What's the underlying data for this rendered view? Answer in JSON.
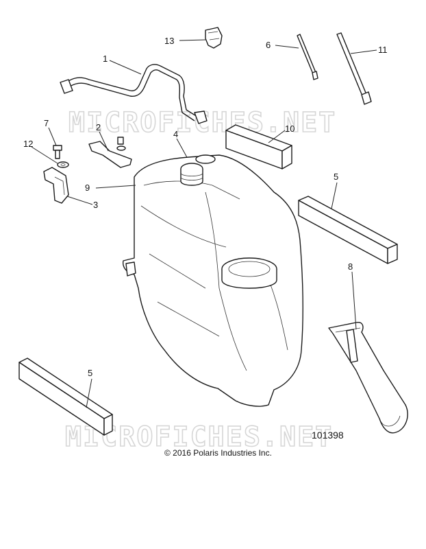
{
  "watermark": "MICROFICHES.NET",
  "diagram_id": "101398",
  "copyright": "© 2016 Polaris Industries Inc.",
  "callouts": {
    "c1": "1",
    "c2": "2",
    "c3": "3",
    "c4": "4",
    "c5a": "5",
    "c5b": "5",
    "c6": "6",
    "c7": "7",
    "c8": "8",
    "c9": "9",
    "c10": "10",
    "c11": "11",
    "c12": "12",
    "c13": "13"
  }
}
